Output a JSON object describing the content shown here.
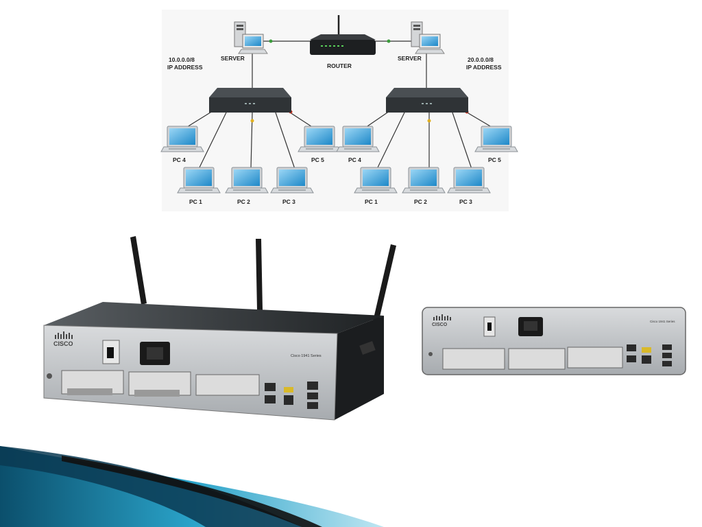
{
  "network_diagram": {
    "router_label": "ROUTER",
    "left_network": {
      "server_label": "SERVER",
      "network_address": "10.0.0.0/8",
      "address_caption": "IP ADDRESS",
      "pcs": [
        "PC 4",
        "PC 5",
        "PC 1",
        "PC 2",
        "PC 3"
      ]
    },
    "right_network": {
      "server_label": "SERVER",
      "network_address": "20.0.0.0/8",
      "address_caption": "IP ADDRESS",
      "pcs": [
        "PC 4",
        "PC 5",
        "PC 1",
        "PC 2",
        "PC 3"
      ]
    }
  },
  "devices": {
    "brand": "CISCO",
    "front_model": "Cisco 1941 Series",
    "back_model": "Cisco 1941 Series"
  },
  "colors": {
    "slide_band_dark": "#0b4f6c",
    "slide_band_light": "#2aa3c9",
    "switch_body": "#2f3336",
    "router_silver": "#b9bcbf"
  }
}
